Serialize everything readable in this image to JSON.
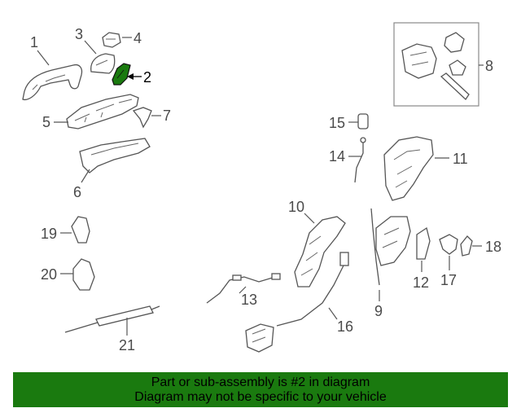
{
  "diagram": {
    "highlight_color": "#1a7a0f",
    "callouts": [
      {
        "id": "1",
        "text": "1",
        "highlighted": false
      },
      {
        "id": "2",
        "text": "2",
        "highlighted": true
      },
      {
        "id": "3",
        "text": "3",
        "highlighted": false
      },
      {
        "id": "4",
        "text": "4",
        "highlighted": false
      },
      {
        "id": "5",
        "text": "5",
        "highlighted": false
      },
      {
        "id": "6",
        "text": "6",
        "highlighted": false
      },
      {
        "id": "7",
        "text": "7",
        "highlighted": false
      },
      {
        "id": "8",
        "text": "8",
        "highlighted": false
      },
      {
        "id": "9",
        "text": "9",
        "highlighted": false
      },
      {
        "id": "10",
        "text": "10",
        "highlighted": false
      },
      {
        "id": "11",
        "text": "11",
        "highlighted": false
      },
      {
        "id": "12",
        "text": "12",
        "highlighted": false
      },
      {
        "id": "13",
        "text": "13",
        "highlighted": false
      },
      {
        "id": "14",
        "text": "14",
        "highlighted": false
      },
      {
        "id": "15",
        "text": "15",
        "highlighted": false
      },
      {
        "id": "16",
        "text": "16",
        "highlighted": false
      },
      {
        "id": "17",
        "text": "17",
        "highlighted": false
      },
      {
        "id": "18",
        "text": "18",
        "highlighted": false
      },
      {
        "id": "19",
        "text": "19",
        "highlighted": false
      },
      {
        "id": "20",
        "text": "20",
        "highlighted": false
      },
      {
        "id": "21",
        "text": "21",
        "highlighted": false
      }
    ]
  },
  "banner": {
    "line1": "Part or sub-assembly is #2 in diagram",
    "line2": "Diagram may not be specific to your vehicle",
    "background": "#1a7a0f"
  }
}
